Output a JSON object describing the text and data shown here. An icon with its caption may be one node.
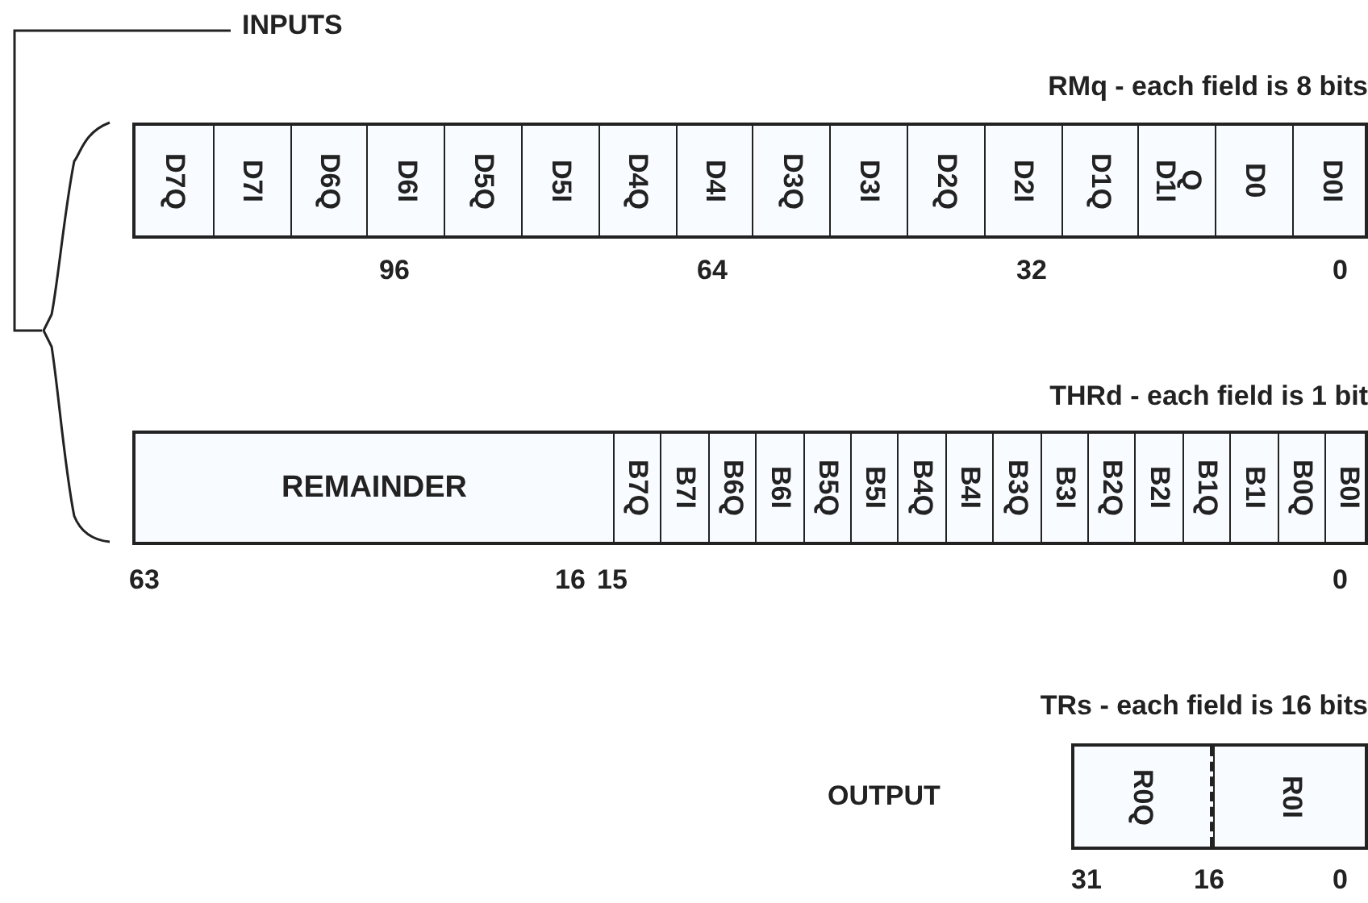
{
  "diagram": {
    "nodes": [
      {
        "text": [
          "RMq - each field is 8 bits"
        ]
      },
      {
        "text": [
          "D7Q"
        ],
        "in": 0
      },
      {
        "text": [
          "D7I"
        ],
        "in": 0
      },
      {
        "text": [
          "D6Q"
        ],
        "in": 0
      },
      {
        "text": [
          "D6I"
        ],
        "in": 0
      },
      {
        "text": [
          "D5Q"
        ],
        "in": 0
      },
      {
        "text": [
          "D5I"
        ],
        "in": 0
      },
      {
        "text": [
          "D4Q"
        ],
        "in": 0
      },
      {
        "text": [
          "D4I"
        ],
        "in": 0
      },
      {
        "text": [
          "D3Q"
        ],
        "in": 0
      },
      {
        "text": [
          "D3I"
        ],
        "in": 0
      },
      {
        "text": [
          "D2Q"
        ],
        "in": 0
      },
      {
        "text": [
          "D2I"
        ],
        "in": 0
      },
      {
        "text": [
          "D1Q"
        ],
        "in": 0
      },
      {
        "text": [
          "Q",
          "D1I"
        ],
        "in": 0
      },
      {
        "text": [
          "D0"
        ],
        "in": 0
      },
      {
        "text": [
          "D0I"
        ],
        "in": 0
      },
      {
        "text": [
          "THRd - each field is 1 bit"
        ]
      },
      {
        "text": [
          "REMAINDER"
        ],
        "in": 17
      },
      {
        "text": [
          "B7Q"
        ],
        "in": 17
      },
      {
        "text": [
          "B7I"
        ],
        "in": 17
      },
      {
        "text": [
          "B6Q"
        ],
        "in": 17
      },
      {
        "text": [
          "B6I"
        ],
        "in": 17
      },
      {
        "text": [
          "B5Q"
        ],
        "in": 17
      },
      {
        "text": [
          "B5I"
        ],
        "in": 17
      },
      {
        "text": [
          "B4Q"
        ],
        "in": 17
      },
      {
        "text": [
          "B4I"
        ],
        "in": 17
      },
      {
        "text": [
          "B3Q"
        ],
        "in": 17
      },
      {
        "text": [
          "B3I"
        ],
        "in": 17
      },
      {
        "text": [
          "B2Q"
        ],
        "in": 17
      },
      {
        "text": [
          "B2I"
        ],
        "in": 17
      },
      {
        "text": [
          "B1Q"
        ],
        "in": 17
      },
      {
        "text": [
          "B1I"
        ],
        "in": 17
      },
      {
        "text": [
          "B0Q"
        ],
        "in": 17
      },
      {
        "text": [
          "B0I"
        ],
        "in": 17
      },
      {
        "text": [
          "TRs - each field is 16 bits"
        ]
      },
      {
        "text": [
          "R0Q"
        ],
        "in": 35
      },
      {
        "text": [
          "R0I"
        ],
        "in": 35
      }
    ],
    "labels": [
      "INPUTS",
      "96",
      "64",
      "32",
      "0",
      "63",
      "16",
      "15",
      "0",
      "OUTPUT",
      "31",
      "16",
      "0"
    ]
  }
}
